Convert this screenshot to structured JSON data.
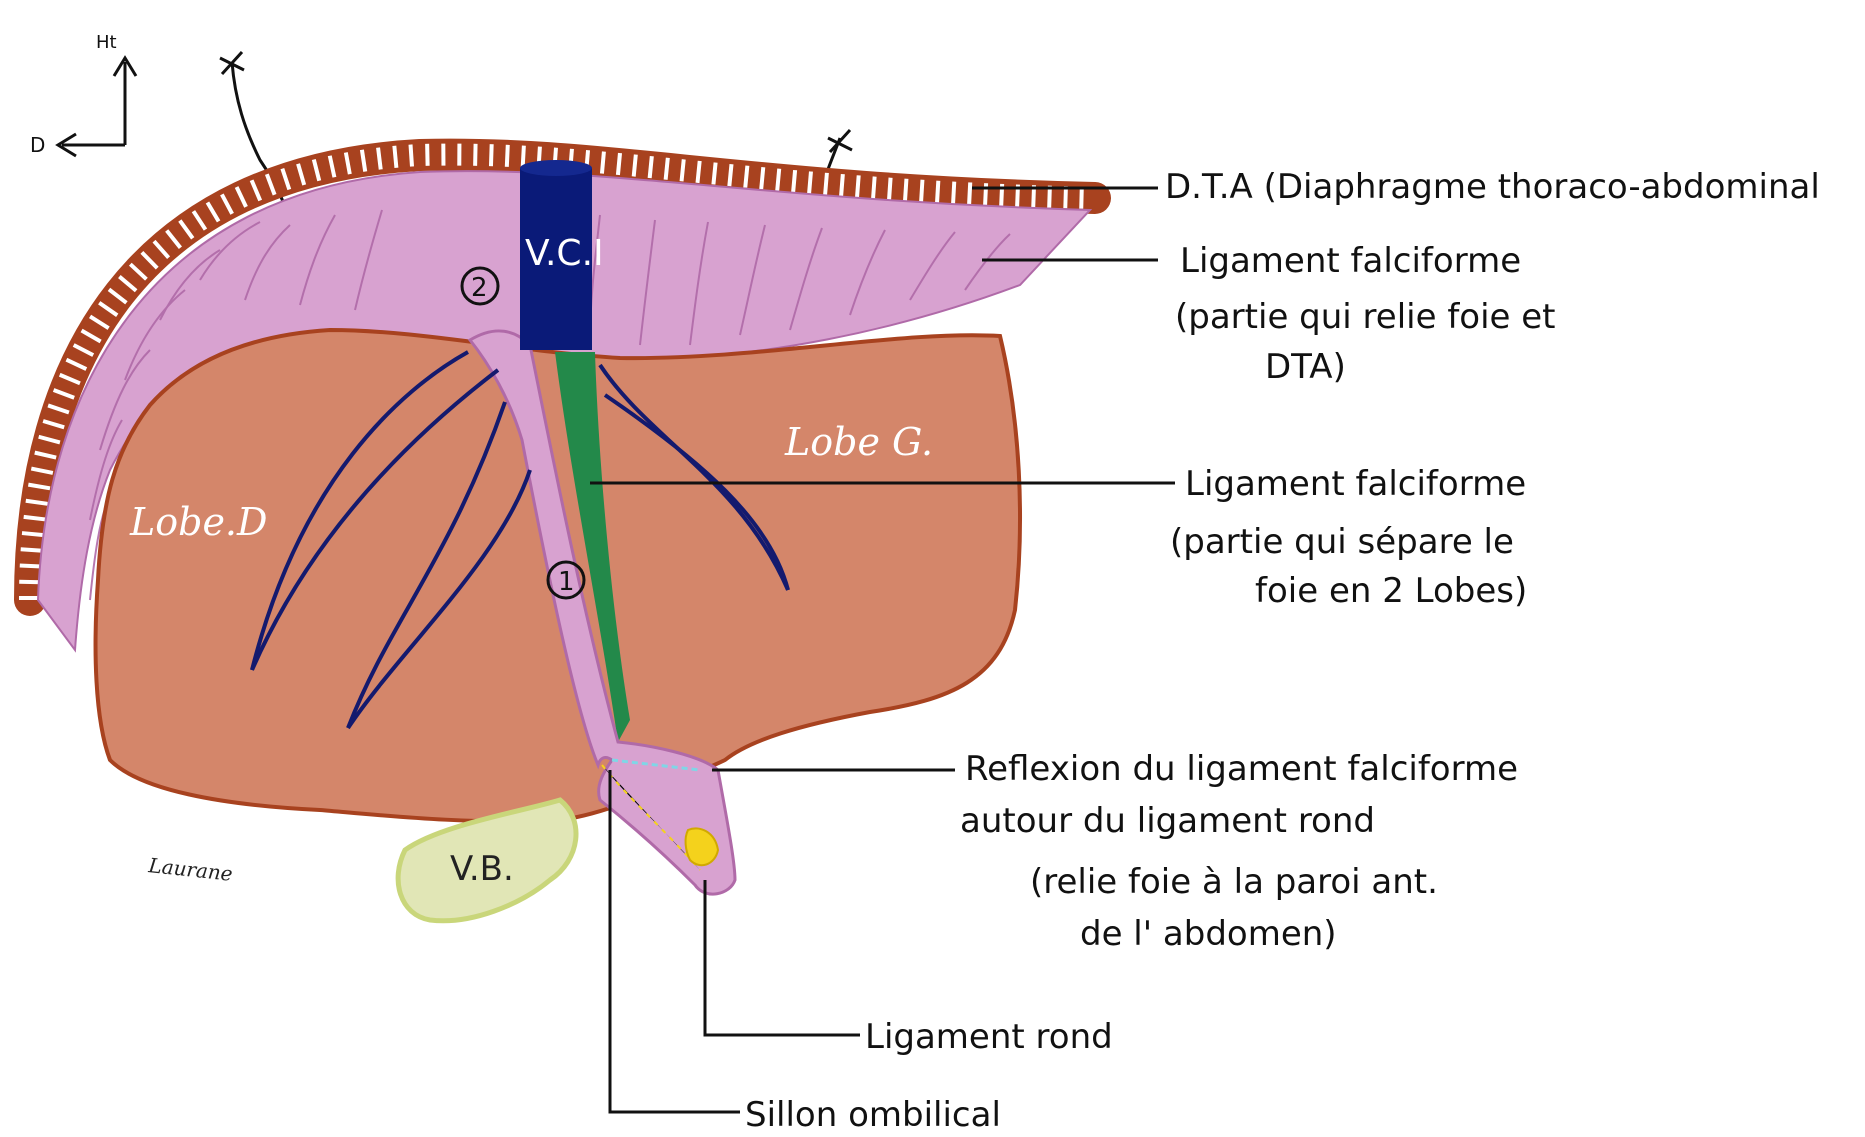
{
  "orientation": {
    "up_label": "Ht",
    "right_label": "D"
  },
  "structures": {
    "vci": "V.C.I",
    "lobe_right": "Lobe.D",
    "lobe_left": "Lobe G.",
    "gallbladder": "V.B.",
    "marker_1": "1",
    "marker_2": "2"
  },
  "labels": {
    "dta": "D.T.A (Diaphragme thoraco-abdominal",
    "falciform_upper_title": "Ligament falciforme",
    "falciform_upper_desc_1": "(partie qui relie foie et",
    "falciform_upper_desc_2": "DTA)",
    "falciform_mid_title": "Ligament falciforme",
    "falciform_mid_desc_1": "(partie qui sépare le",
    "falciform_mid_desc_2": "foie en 2 Lobes)",
    "reflexion_1": "Reflexion du ligament falciforme",
    "reflexion_2": "autour du ligament rond",
    "reflexion_3": "(relie foie à la paroi ant.",
    "reflexion_4": "de l' abdomen)",
    "ligament_rond": "Ligament rond",
    "sillon": "Sillon ombilical"
  },
  "signature": "Laurane",
  "colors": {
    "liver": "#d4866a",
    "liver_outline": "#a8421f",
    "falciform": "#d8a2d0",
    "falciform_outline": "#b06aa8",
    "vci": "#0a1a78",
    "green_band": "#23894a",
    "vessels": "#141a6e",
    "diaphragm": "#a8421f",
    "gallbladder": "#e1e6b6",
    "gallbladder_outline": "#c9d67a",
    "ligament_rond": "#f4d21c"
  }
}
